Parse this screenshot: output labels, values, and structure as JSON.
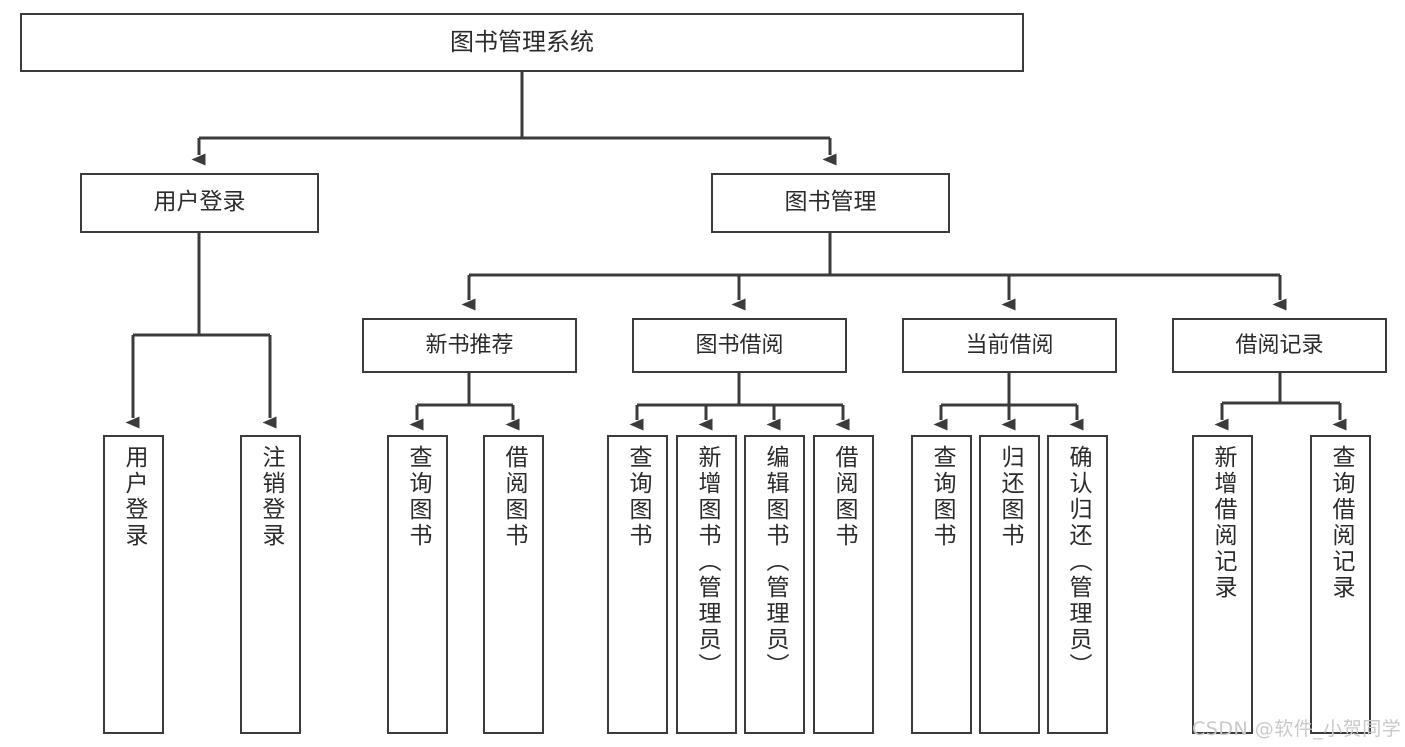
{
  "diagram": {
    "title": "图书管理系统",
    "type": "tree-hierarchy-diagram",
    "colors": {
      "background": "#ffffff",
      "box_border": "#3b3b3b",
      "box_fill": "#ffffff",
      "text": "#2b2b2b",
      "connector": "#3b3b3b",
      "watermark": "#c9c9c9"
    },
    "root": {
      "label": "图书管理系统"
    },
    "level1": [
      {
        "label": "用户登录"
      },
      {
        "label": "图书管理"
      }
    ],
    "level2": [
      {
        "label": "新书推荐"
      },
      {
        "label": "图书借阅"
      },
      {
        "label": "当前借阅"
      },
      {
        "label": "借阅记录"
      }
    ],
    "leaves": {
      "user_login": [
        {
          "label": "用户登录"
        },
        {
          "label": "注销登录"
        }
      ],
      "new_book_recommend": [
        {
          "label": "查询图书"
        },
        {
          "label": "借阅图书"
        }
      ],
      "book_borrow": [
        {
          "label": "查询图书"
        },
        {
          "label": "新增图书（管理员）"
        },
        {
          "label": "编辑图书（管理员）"
        },
        {
          "label": "借阅图书"
        }
      ],
      "current_borrow": [
        {
          "label": "查询图书"
        },
        {
          "label": "归还图书"
        },
        {
          "label": "确认归还（管理员）"
        }
      ],
      "borrow_record": [
        {
          "label": "新增借阅记录"
        },
        {
          "label": "查询借阅记录"
        }
      ]
    },
    "watermark": "CSDN @软件_小贺同学"
  }
}
